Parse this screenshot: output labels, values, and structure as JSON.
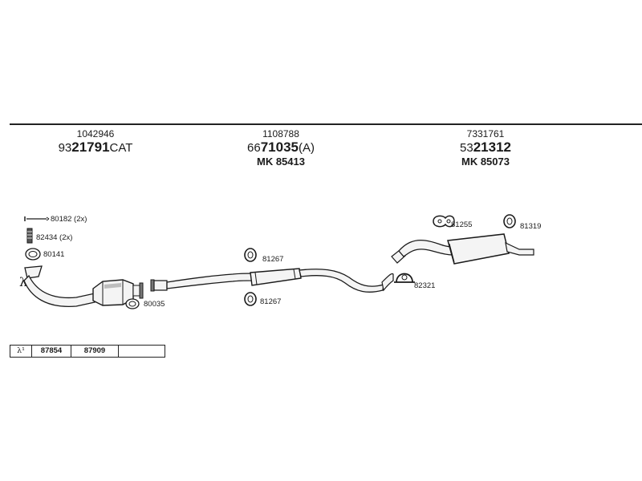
{
  "groups": [
    {
      "small": "1042946",
      "main_prefix": "93",
      "main_bold": "21791",
      "main_suffix": "CAT",
      "mk": ""
    },
    {
      "small": "1108788",
      "main_prefix": "66",
      "main_bold": "71035",
      "main_suffix": "(A)",
      "mk": "MK  85413"
    },
    {
      "small": "7331761",
      "main_prefix": "53",
      "main_bold": "21312",
      "main_suffix": "",
      "mk": "MK  85073"
    }
  ],
  "parts": {
    "p80182": "80182 (2x)",
    "p82434": "82434 (2x)",
    "p80141": "80141",
    "p80035": "80035",
    "p81267a": "81267",
    "p81267b": "81267",
    "p82321": "82321",
    "p81255": "81255",
    "p81319": "81319"
  },
  "lambda_symbol": "λ",
  "legend": {
    "symbol": "λ¹",
    "cells": [
      "87854",
      "87909",
      ""
    ]
  },
  "colors": {
    "line": "#1a1a1a",
    "pipe_fill": "#f4f4f4",
    "shade": "#bdbdbd"
  }
}
